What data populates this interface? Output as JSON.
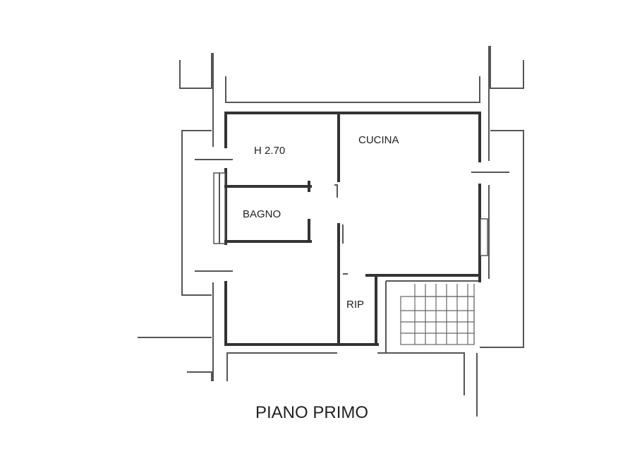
{
  "plan": {
    "level_label": "PIANO PRIMO",
    "rooms": {
      "height_note": "H 2.70",
      "kitchen": "CUCINA",
      "bathroom": "BAGNO",
      "storage": "RIP"
    }
  },
  "colors": {
    "wall": "#333333",
    "background": "#ffffff",
    "text": "#222222"
  }
}
